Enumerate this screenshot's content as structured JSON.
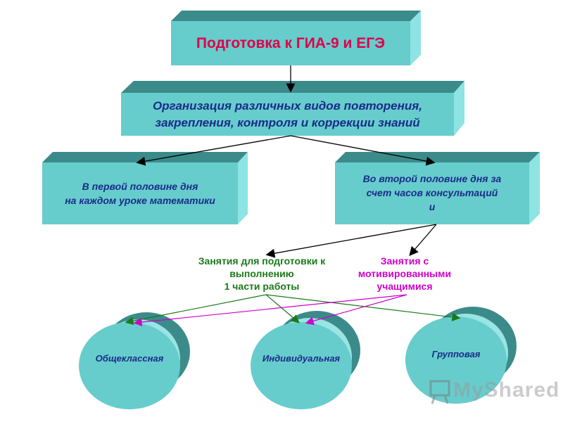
{
  "top_box": {
    "label": "Подготовка к ГИА-9 и ЕГЭ"
  },
  "second_box": {
    "line1": "Организация различных видов повторения,",
    "line2": "закрепления, контроля и коррекции знаний"
  },
  "left_box": {
    "line1": "В первой половине дня",
    "line2": "на каждом уроке математики"
  },
  "right_box": {
    "line1": "Во второй половине дня за",
    "line2": "счет часов консультаций",
    "line3": "и"
  },
  "label_prep": {
    "line1": "Занятия для подготовки к",
    "line2": "выполнению",
    "line3": "1 части работы"
  },
  "label_motivated": {
    "line1": "Занятия с",
    "line2": "мотивированными",
    "line3": "учащимися"
  },
  "ovals": [
    {
      "label": "Общеклассная"
    },
    {
      "label": "Индивидуальная"
    },
    {
      "label": "Групповая"
    }
  ],
  "watermark": {
    "text": "MyShared"
  },
  "colors": {
    "box_front": "#66cdcc",
    "box_top": "#3b8b8a",
    "box_side": "#8ee3e3",
    "oval_fill": "#66cdcc",
    "arrow_green": "#1a7a1a",
    "arrow_pink": "#d000c8",
    "arrow_black": "#000000"
  }
}
